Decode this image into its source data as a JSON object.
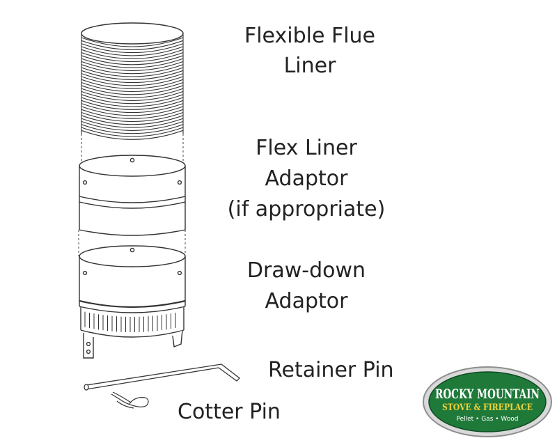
{
  "labels": {
    "flue_liner": [
      "Flexible Flue",
      "Liner"
    ],
    "flex_adaptor": [
      "Flex Liner",
      "Adaptor",
      "(if appropriate)"
    ],
    "drawdown_adaptor": [
      "Draw-down",
      "Adaptor"
    ],
    "retainer_pin": "Retainer Pin",
    "cotter_pin": "Cotter Pin"
  },
  "logo": {
    "line1": "ROCKY MOUNTAIN",
    "line2": "STOVE & FIREPLACE",
    "line3": "Pellet • Gas • Wood",
    "colors": {
      "green": "#1f7a3a",
      "ring": "#b9b9b9",
      "gold": "#f2d23a"
    }
  },
  "colors": {
    "ink": "#333333",
    "text": "#222222"
  }
}
